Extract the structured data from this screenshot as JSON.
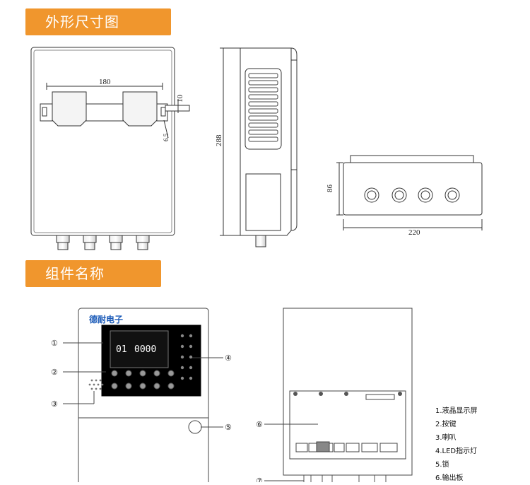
{
  "sections": {
    "dimensions_title": "外形尺寸图",
    "components_title": "组件名称"
  },
  "dimensions": {
    "hole_spacing": "180",
    "bracket_thickness": "10",
    "hole_dia": "6.5",
    "height": "288",
    "depth": "86",
    "width": "220"
  },
  "panel": {
    "brand": "德耐电子",
    "readout_left": "01",
    "readout_right": "0000"
  },
  "callouts": [
    "①",
    "②",
    "③",
    "④",
    "⑤",
    "⑥",
    "⑦"
  ],
  "legend": [
    "1.液晶显示屏",
    "2.按键",
    "3.喇叭",
    "4.LED指示灯",
    "5.锁",
    "6.输出板"
  ],
  "colors": {
    "banner": "#f0962d",
    "display_bg": "#000000",
    "brand_text": "#1a5ab8"
  }
}
